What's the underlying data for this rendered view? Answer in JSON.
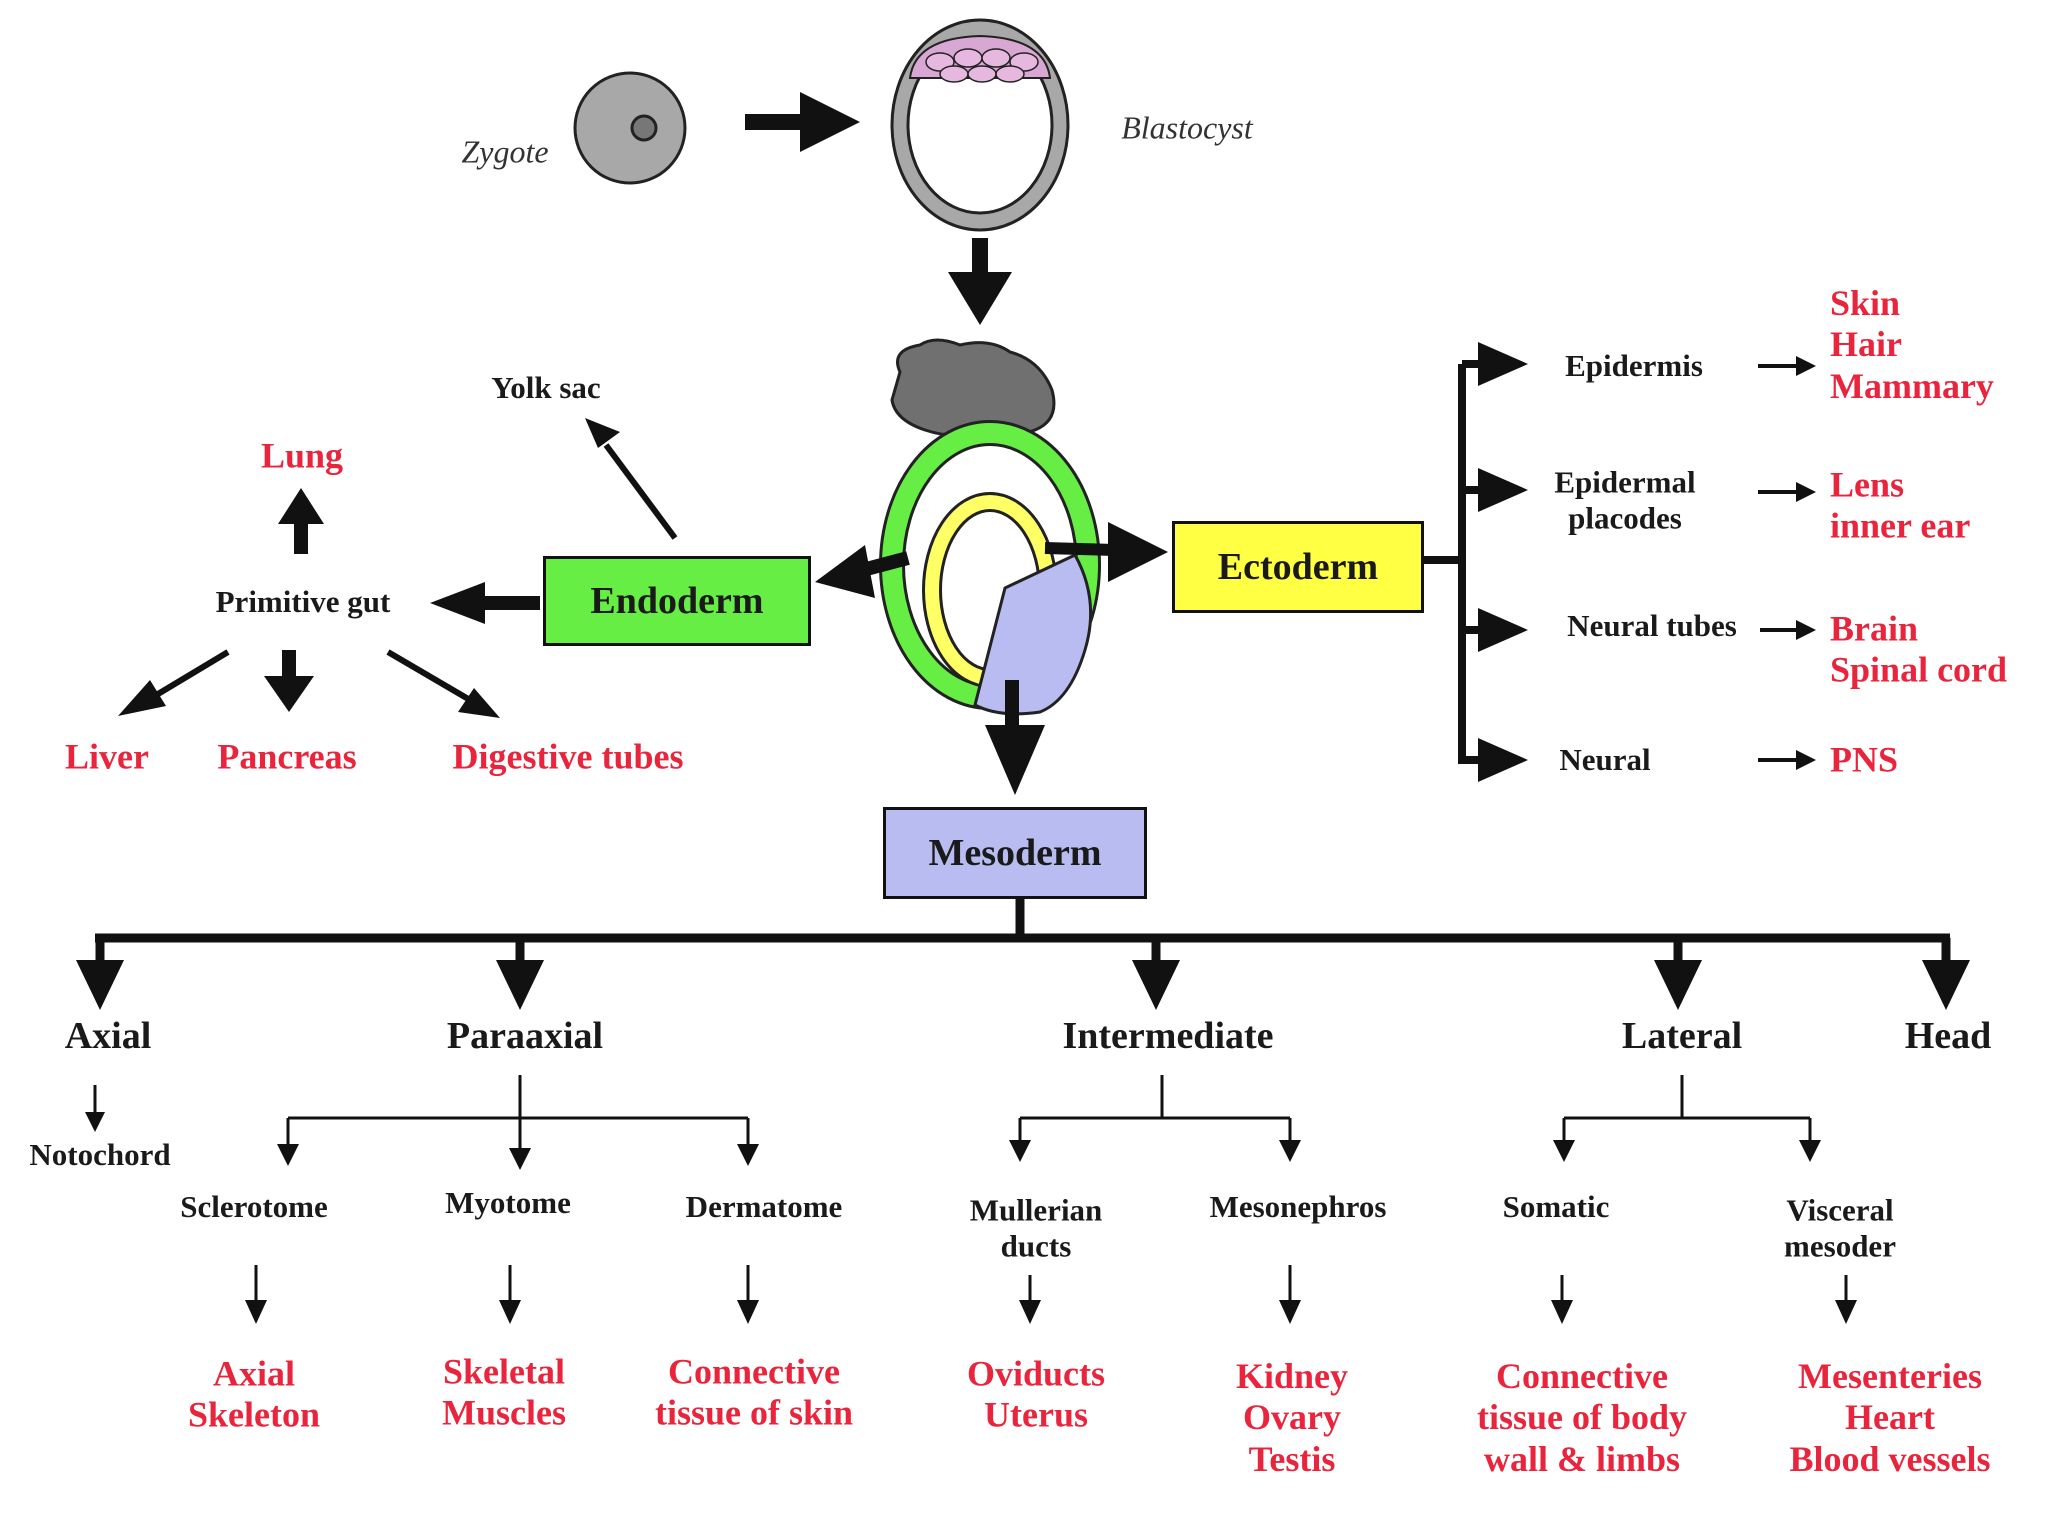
{
  "top": {
    "zygote": "Zygote",
    "blastocyst": "Blastocyst",
    "yolk_sac": "Yolk sac"
  },
  "boxes": {
    "endoderm": "Endoderm",
    "ectoderm": "Ectoderm",
    "mesoderm": "Mesoderm"
  },
  "endoderm": {
    "primitive_gut": "Primitive gut",
    "lung": "Lung",
    "liver": "Liver",
    "pancreas": "Pancreas",
    "digestive": "Digestive tubes"
  },
  "ectoderm": {
    "epidermis": {
      "label": "Epidermis",
      "outputs": [
        "Skin",
        "Hair",
        "Mammary"
      ]
    },
    "placodes": {
      "label": [
        "Epidermal",
        "placodes"
      ],
      "outputs": [
        "Lens",
        "inner ear"
      ]
    },
    "neural_tubes": {
      "label": "Neural tubes",
      "outputs": [
        "Brain",
        "Spinal cord"
      ]
    },
    "neural": {
      "label": "Neural",
      "outputs": [
        "PNS"
      ]
    }
  },
  "mesoderm": {
    "axial": {
      "label": "Axial",
      "child": "Notochord"
    },
    "paraaxial": {
      "label": "Paraaxial",
      "sclerotome": {
        "label": "Sclerotome",
        "outputs": [
          "Axial",
          "Skeleton"
        ]
      },
      "myotome": {
        "label": "Myotome",
        "outputs": [
          "Skeletal",
          "Muscles"
        ]
      },
      "dermatome": {
        "label": "Dermatome",
        "outputs": [
          "Connective",
          "tissue of skin"
        ]
      }
    },
    "intermediate": {
      "label": "Intermediate",
      "mullerian": {
        "label": [
          "Mullerian",
          "ducts"
        ],
        "outputs": [
          "Oviducts",
          "Uterus"
        ]
      },
      "mesonephros": {
        "label": "Mesonephros",
        "outputs": [
          "Kidney",
          "Ovary",
          "Testis"
        ]
      }
    },
    "lateral": {
      "label": "Lateral",
      "somatic": {
        "label": "Somatic",
        "outputs": [
          "Connective",
          "tissue of body",
          "wall & limbs"
        ]
      },
      "visceral": {
        "label": [
          "Visceral",
          "mesoder"
        ],
        "outputs": [
          "Mesenteries",
          "Heart",
          "Blood vessels"
        ]
      }
    },
    "head": {
      "label": "Head"
    }
  },
  "colors": {
    "endoderm_fill": "#66ee44",
    "ectoderm_fill": "#ffff44",
    "mesoderm_fill": "#b8bcf0",
    "tissue_text": "#e8253c",
    "zygote": "#a8a8a8",
    "blastocyst_cells": "#d9a7d3"
  }
}
